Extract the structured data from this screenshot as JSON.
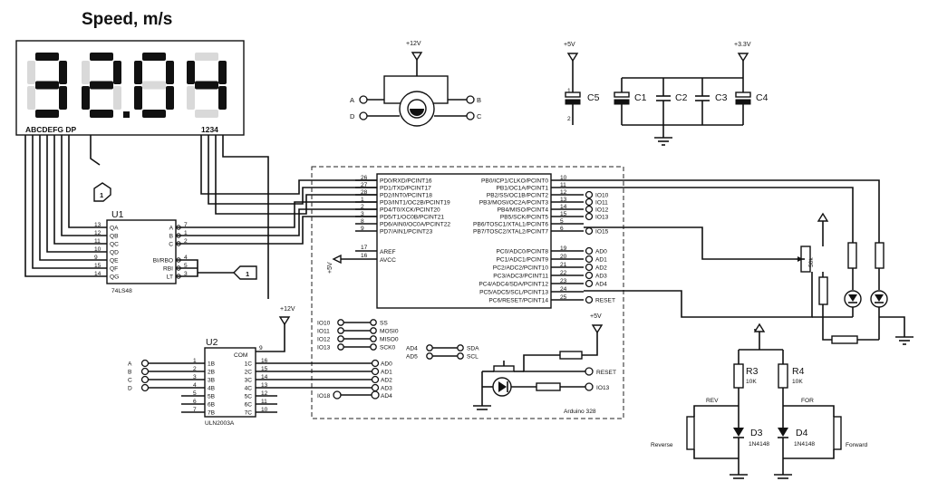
{
  "title": "Speed, m/s",
  "display": {
    "digits": [
      "3",
      "2",
      "0",
      "4"
    ],
    "dp_on": [
      false,
      true,
      false,
      false
    ],
    "segment_label": "ABCDEFG DP",
    "digit_label": "1234"
  },
  "motor": {
    "supply": "+12V",
    "pins": [
      "A",
      "B",
      "D",
      "C"
    ]
  },
  "caps": {
    "supply_left": "+5V",
    "supply_right": "+3.3V",
    "names": [
      "C5",
      "C1",
      "C2",
      "C3",
      "C4"
    ],
    "pin1": "1",
    "pin2": "2"
  },
  "u1": {
    "name": "U1",
    "part": "74LS48",
    "left_pins": [
      "QA",
      "QB",
      "QC",
      "QD",
      "QE",
      "QF",
      "QG"
    ],
    "left_nums": [
      "13",
      "12",
      "11",
      "10",
      "9",
      "15",
      "14"
    ],
    "right_pins": [
      "A",
      "B",
      "C",
      "BI/RBO",
      "RBI",
      "LT"
    ],
    "right_nums": [
      "7",
      "1",
      "2",
      "4",
      "5",
      "3"
    ],
    "flag": "1"
  },
  "u2": {
    "name": "U2",
    "part": "ULN2003A",
    "com": "COM",
    "supply": "+12V",
    "left_pins": [
      "1B",
      "2B",
      "3B",
      "4B",
      "5B",
      "6B",
      "7B"
    ],
    "left_nums": [
      "1",
      "2",
      "3",
      "4",
      "5",
      "6",
      "7"
    ],
    "right_pins": [
      "1C",
      "2C",
      "3C",
      "4C",
      "5C",
      "6C",
      "7C"
    ],
    "right_nums": [
      "16",
      "15",
      "14",
      "13",
      "12",
      "11",
      "10"
    ],
    "com_num": "9",
    "inputs": [
      "A",
      "B",
      "C",
      "D"
    ],
    "outputs": [
      "AD0",
      "AD1",
      "AD2",
      "AD3",
      "AD4"
    ],
    "io": "IO18"
  },
  "arduino": {
    "name": "Arduino 328",
    "supply": "+5V",
    "left_pins": [
      "PD0/RXD/PCINT16",
      "PD1/TXD/PCINT17",
      "PD2/INT0/PCINT18",
      "PD3/INT1/OC2B/PCINT19",
      "PD4/T0/XCK/PCINT20",
      "PD5/T1/OC0B/PCINT21",
      "PD6/AIN0/OC0A/PCINT22",
      "PD7/AIN1/PCINT23"
    ],
    "left_nums": [
      "26",
      "27",
      "28",
      "1",
      "2",
      "3",
      "8",
      "9"
    ],
    "aref": "AREF",
    "avcc": "AVCC",
    "aref_num": "17",
    "avcc_num": "16",
    "right_pins": [
      "PB0/ICP1/CLKO/PCINT0",
      "PB1/OC1A/PCINT1",
      "PB2/SS/OC1B/PCINT2",
      "PB3/MOSI/OC2A/PCINT3",
      "PB4/MISO/PCINT4",
      "PB5/SCK/PCINT5",
      "PB6/TOSC1/XTAL1/PCINT6",
      "PB7/TOSC2/XTAL2/PCINT7"
    ],
    "right_nums": [
      "10",
      "11",
      "12",
      "13",
      "14",
      "15",
      "5",
      "6"
    ],
    "right_io": [
      "",
      "",
      "IO10",
      "IO11",
      "IO12",
      "IO13",
      "",
      "IO15"
    ],
    "pc_pins": [
      "PC0/ADC0/PCINT8",
      "PC1/ADC1/PCINT9",
      "PC2/ADC2/PCINT10",
      "PC3/ADC3/PCINT11",
      "PC4/ADC4/SDA/PCINT12",
      "PC5/ADC5/SCL/PCINT13",
      "PC6/RESET/PCINT14"
    ],
    "pc_nums": [
      "19",
      "20",
      "21",
      "22",
      "23",
      "24",
      "25"
    ],
    "pc_io": [
      "AD0",
      "AD1",
      "AD2",
      "AD3",
      "AD4",
      "",
      "RESET"
    ],
    "spi": [
      [
        "IO10",
        "SS"
      ],
      [
        "IO11",
        "MOSI0"
      ],
      [
        "IO12",
        "MISO0"
      ],
      [
        "IO13",
        "SCK0"
      ]
    ],
    "i2c": [
      [
        "AD4",
        "SDA"
      ],
      [
        "AD5",
        "SCL"
      ]
    ],
    "reset": "RESET",
    "led_io": "IO13"
  },
  "right_side": {
    "resistors": [
      "R3",
      "R4"
    ],
    "values": [
      "10K",
      "10K"
    ],
    "diodes": [
      "D3",
      "D4"
    ],
    "diode_part": [
      "1N4148",
      "1N4148"
    ],
    "rev": "REV",
    "for": "FOR",
    "reverse": "Reverse",
    "forward": "Forward",
    "pot": "50k"
  }
}
